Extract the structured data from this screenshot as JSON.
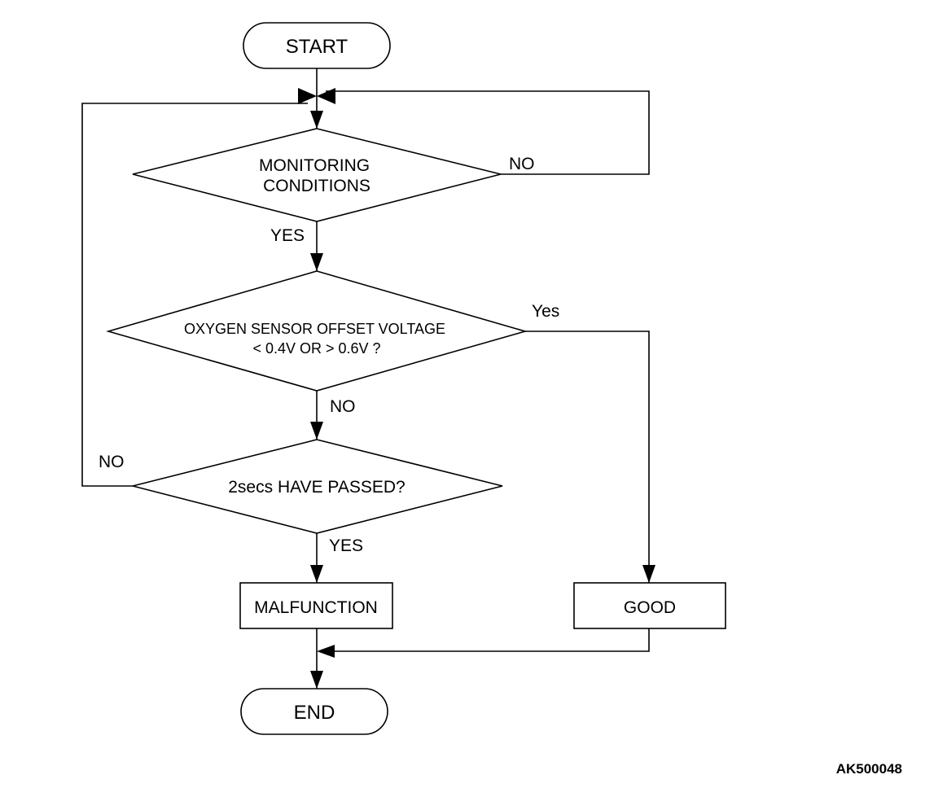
{
  "nodes": {
    "start": "START",
    "monitoring": [
      "MONITORING",
      "CONDITIONS"
    ],
    "offset": [
      "OXYGEN SENSOR OFFSET VOLTAGE",
      "< 0.4V OR > 0.6V ?"
    ],
    "passed": "2secs HAVE PASSED?",
    "malfunction": "MALFUNCTION",
    "good": "GOOD",
    "end": "END"
  },
  "edges": {
    "monitoring_no": "NO",
    "monitoring_yes": "YES",
    "offset_yes": "Yes",
    "offset_no": "NO",
    "passed_no": "NO",
    "passed_yes": "YES"
  },
  "figure_code": "AK500048"
}
